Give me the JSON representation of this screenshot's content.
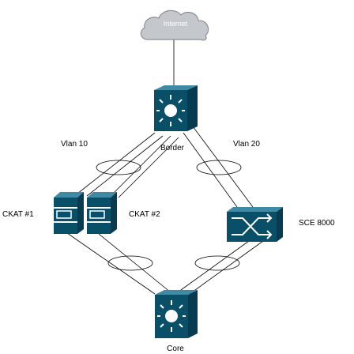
{
  "diagram": {
    "cloud": {
      "label": "Internet"
    },
    "nodes": {
      "border": {
        "label": "Border",
        "icon": "layer3-switch-icon"
      },
      "ckat1": {
        "label": "CKAT #1",
        "icon": "server-icon"
      },
      "ckat2": {
        "label": "CKAT #2",
        "icon": "server-icon"
      },
      "sce": {
        "label": "SCE 8000",
        "icon": "sce-appliance-icon"
      },
      "core": {
        "label": "Core",
        "icon": "layer3-switch-icon"
      }
    },
    "links": {
      "vlan10": {
        "label": "Vlan 10"
      },
      "vlan20": {
        "label": "Vlan 20"
      }
    },
    "colors": {
      "device_fill": "#0a4f68",
      "device_top": "#3f8aa5",
      "device_side": "#083b4f",
      "cloud_fill": "#c4c8cc",
      "cloud_stroke": "#8a9096",
      "link": "#000000"
    }
  }
}
